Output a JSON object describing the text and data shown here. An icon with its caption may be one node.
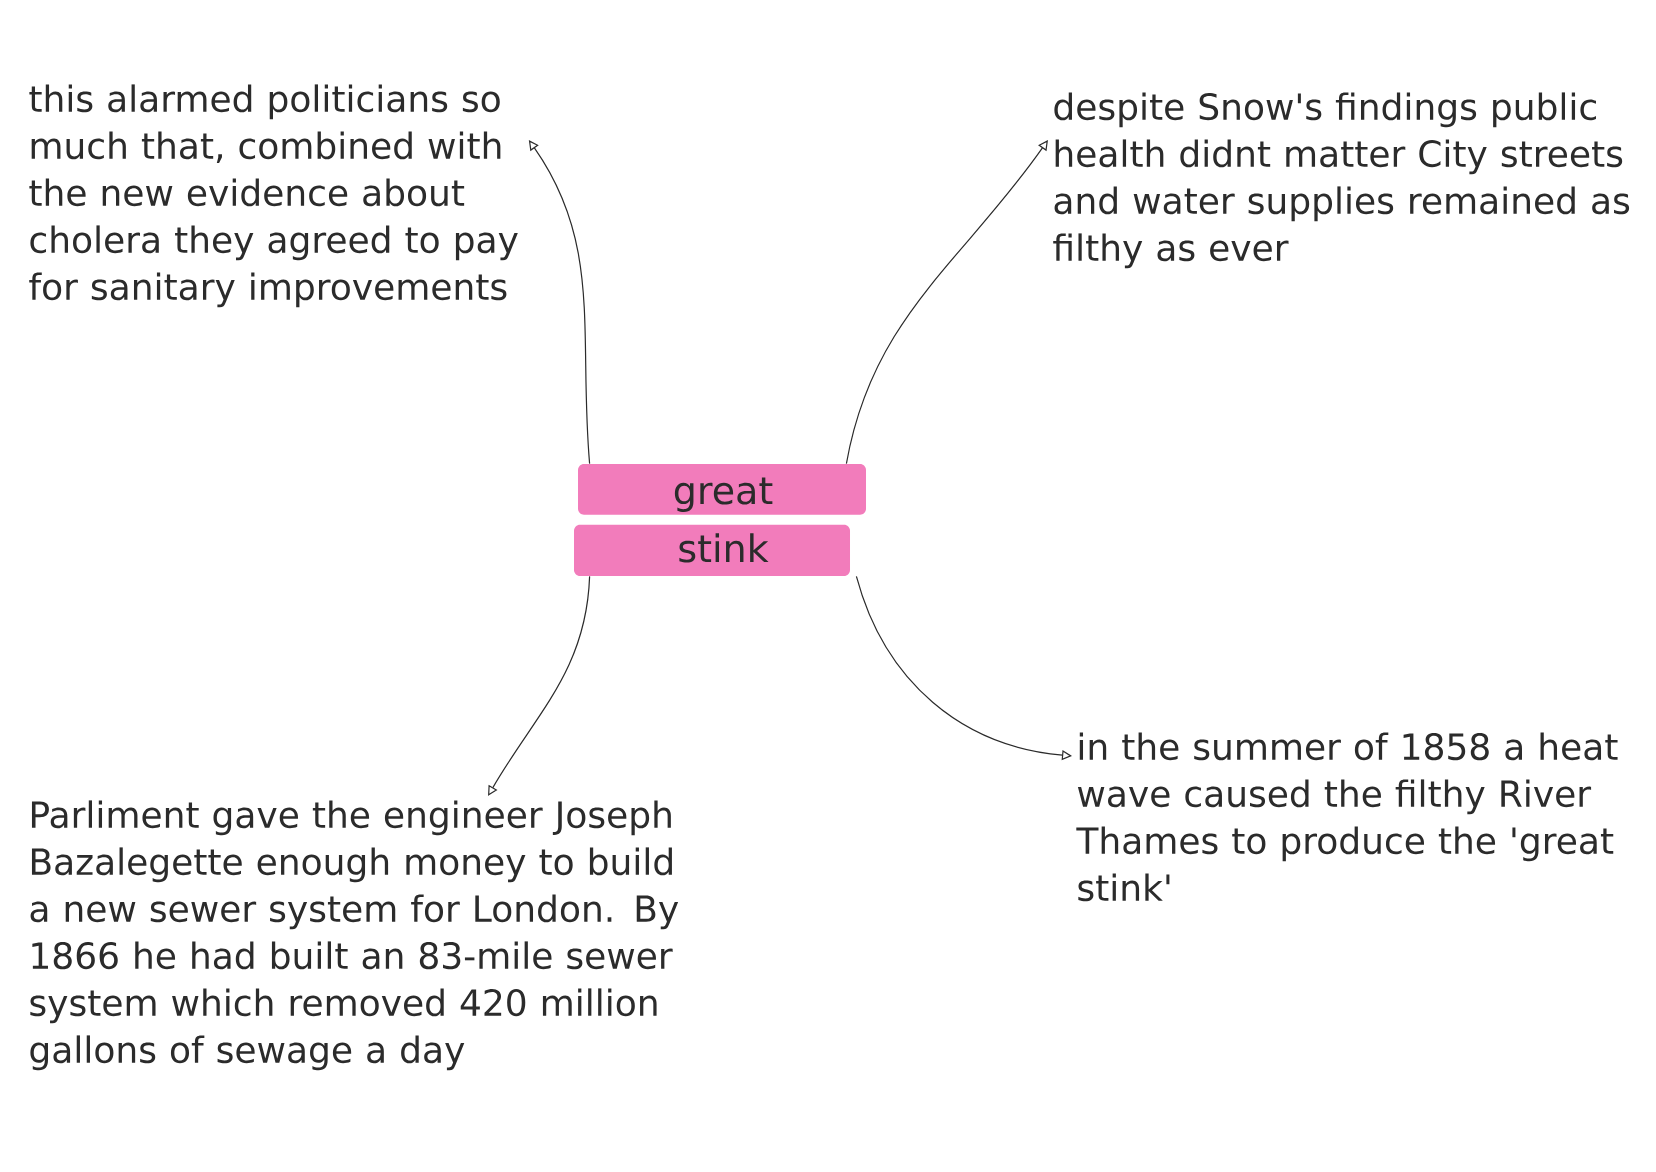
{
  "diagram": {
    "nodes": [
      {
        "text": [
          "this alarmed politicians so much that, combined with the new evidence about cholera they agreed to pay for sanitary improvements"
        ]
      },
      {
        "text": [
          "despite Snow's findings public health didnt matter City streets and water supplies remained as filthy as ever"
        ]
      },
      {
        "text": [
          "great stink"
        ]
      },
      {
        "text": [
          "Parliment gave the engineer Joseph Bazalegette enough money to build a new sewer system for London. By 1866 he had built an 83-mile sewer system which removed 420 million gallons of sewage a day"
        ]
      },
      {
        "text": [
          "in the summer of 1858 a heat wave caused the filthy River Thames to produce the 'great stink'"
        ]
      }
    ],
    "edges": [
      {
        "from": 2,
        "to": 0,
        "arrow": "to"
      },
      {
        "from": 2,
        "to": 1,
        "arrow": "to"
      },
      {
        "from": 2,
        "to": 3,
        "arrow": "to"
      },
      {
        "from": 2,
        "to": 4,
        "arrow": "to"
      }
    ]
  }
}
